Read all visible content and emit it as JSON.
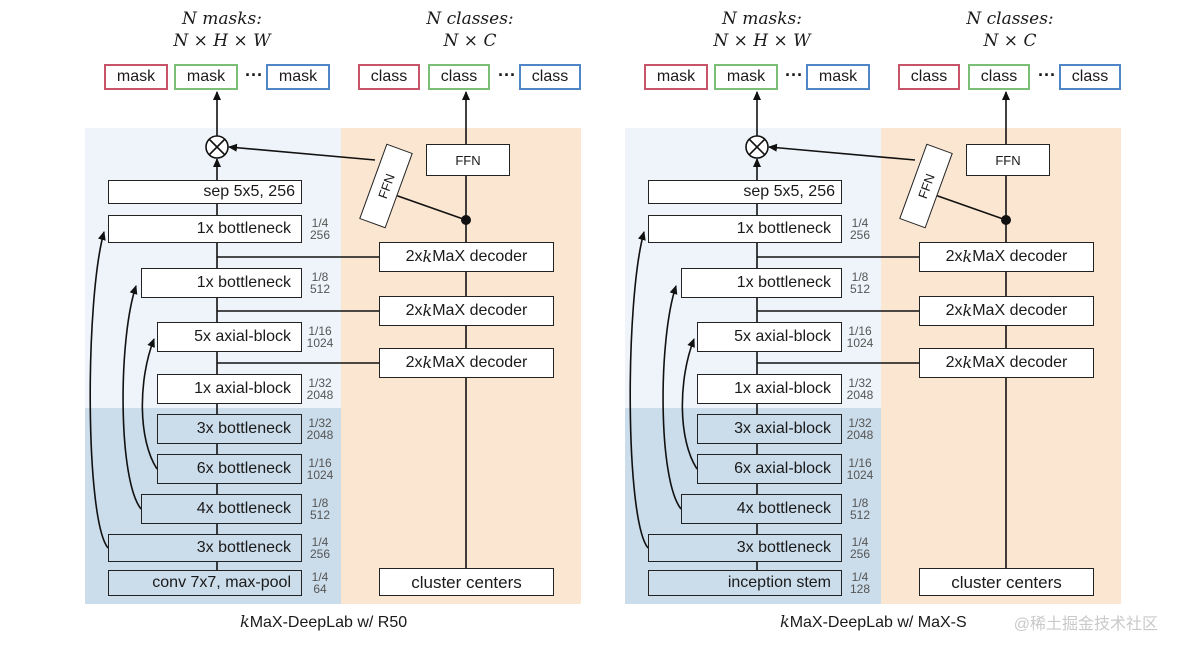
{
  "panels": [
    {
      "headers": {
        "masks_title": "N masks:",
        "masks_math": "N × H × W",
        "classes_title": "N classes:",
        "classes_math": "N × C"
      },
      "outputs": {
        "mask_labels": [
          "mask",
          "mask",
          "mask"
        ],
        "class_labels": [
          "class",
          "class",
          "class"
        ],
        "ellipsis": "···"
      },
      "pixel_path": {
        "sep": "sep 5x5, 256",
        "stages": [
          {
            "label": "1x bottleneck",
            "scale": "1/4",
            "channels": "256"
          },
          {
            "label": "1x bottleneck",
            "scale": "1/8",
            "channels": "512"
          },
          {
            "label": "5x axial-block",
            "scale": "1/16",
            "channels": "1024"
          },
          {
            "label": "1x axial-block",
            "scale": "1/32",
            "channels": "2048"
          },
          {
            "label": "3x bottleneck",
            "scale": "1/32",
            "channels": "2048"
          },
          {
            "label": "6x bottleneck",
            "scale": "1/16",
            "channels": "1024"
          },
          {
            "label": "4x bottleneck",
            "scale": "1/8",
            "channels": "512"
          },
          {
            "label": "3x bottleneck",
            "scale": "1/4",
            "channels": "256"
          },
          {
            "label": "conv 7x7, max-pool",
            "scale": "1/4",
            "channels": "64"
          }
        ]
      },
      "transformer_path": {
        "ffn_top": "FFN",
        "ffn_diag": "FFN",
        "decoders": [
          "2x kMaX decoder",
          "2x kMaX decoder",
          "2x kMaX decoder"
        ],
        "cluster": "cluster centers"
      },
      "caption": "kMaX-DeepLab w/ R50"
    },
    {
      "headers": {
        "masks_title": "N masks:",
        "masks_math": "N × H × W",
        "classes_title": "N classes:",
        "classes_math": "N × C"
      },
      "outputs": {
        "mask_labels": [
          "mask",
          "mask",
          "mask"
        ],
        "class_labels": [
          "class",
          "class",
          "class"
        ],
        "ellipsis": "···"
      },
      "pixel_path": {
        "sep": "sep 5x5, 256",
        "stages": [
          {
            "label": "1x bottleneck",
            "scale": "1/4",
            "channels": "256"
          },
          {
            "label": "1x bottleneck",
            "scale": "1/8",
            "channels": "512"
          },
          {
            "label": "5x axial-block",
            "scale": "1/16",
            "channels": "1024"
          },
          {
            "label": "1x axial-block",
            "scale": "1/32",
            "channels": "2048"
          },
          {
            "label": "3x axial-block",
            "scale": "1/32",
            "channels": "2048"
          },
          {
            "label": "6x axial-block",
            "scale": "1/16",
            "channels": "1024"
          },
          {
            "label": "4x bottleneck",
            "scale": "1/8",
            "channels": "512"
          },
          {
            "label": "3x bottleneck",
            "scale": "1/4",
            "channels": "256"
          },
          {
            "label": "inception stem",
            "scale": "1/4",
            "channels": "128"
          }
        ]
      },
      "transformer_path": {
        "ffn_top": "FFN",
        "ffn_diag": "FFN",
        "decoders": [
          "2x kMaX decoder",
          "2x kMaX decoder",
          "2x kMaX decoder"
        ],
        "cluster": "cluster centers"
      },
      "caption": "kMaX-DeepLab w/ MaX-S"
    }
  ],
  "colors": {
    "pixel_bg_light": "#eef4fa",
    "pixel_bg_dark": "#cbdcea",
    "transformer_bg": "#fbe6d2",
    "mask_red": "#c8546a",
    "mask_green": "#7bbf77",
    "mask_blue": "#4f86c6"
  },
  "watermark": "@稀土掘金技术社区"
}
